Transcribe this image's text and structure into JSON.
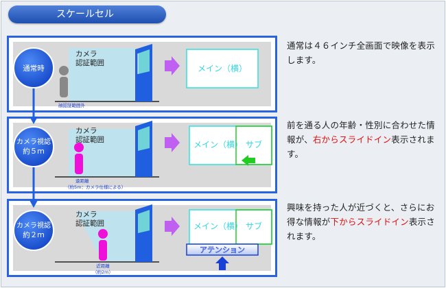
{
  "title": "スケールセル",
  "rows": [
    {
      "state": [
        "通常時"
      ],
      "zone_label": [
        "カメラ",
        "認証範囲"
      ],
      "person_label": [
        "顔認証範囲外"
      ],
      "screen_main": "メイン（横）",
      "description": {
        "before": "通常は４６インチ全画面で映像を表示します。"
      }
    },
    {
      "state": [
        "カメラ視認",
        "約５ｍ"
      ],
      "zone_label": [
        "カメラ",
        "認証範囲"
      ],
      "person_label": [
        "遠距離",
        "（約5m：カメラ仕様による）"
      ],
      "screen_main": "メイン（横）",
      "screen_sub": "サブ",
      "description": {
        "before": "前を通る人の年齢・性別に合わせた情報が、",
        "highlight": "右からスライドイン",
        "after": "表示されます。"
      }
    },
    {
      "state": [
        "カメラ視認",
        "約２ｍ"
      ],
      "zone_label": [
        "カメラ",
        "認証範囲"
      ],
      "person_label": [
        "近距離",
        "（約2m）"
      ],
      "screen_main": "メイン（横）",
      "screen_sub": "サブ",
      "attention": "アテンション",
      "description": {
        "before": "興味を持った人が近づくと、さらにお得な情報が",
        "highlight": "下からスライドイン",
        "after": "表示されます。"
      }
    }
  ],
  "colors": {
    "band_border": "#2a63e0",
    "state_circle": "#1f5fe0",
    "person_far": "#888888",
    "person_mid": "#ee10d8",
    "camera_zone": "#bfe3ee",
    "screen_border": "#30e0e0",
    "slide_green": "#22cc22",
    "slide_arrow_up": "#1a3fd8",
    "arrow_purple": "#c060f0",
    "highlight": "#e01010"
  },
  "icons": [
    "state-circle",
    "person-silhouette",
    "display-stand",
    "right-arrow-icon",
    "up-arrow-icon",
    "left-arrow-icon"
  ]
}
